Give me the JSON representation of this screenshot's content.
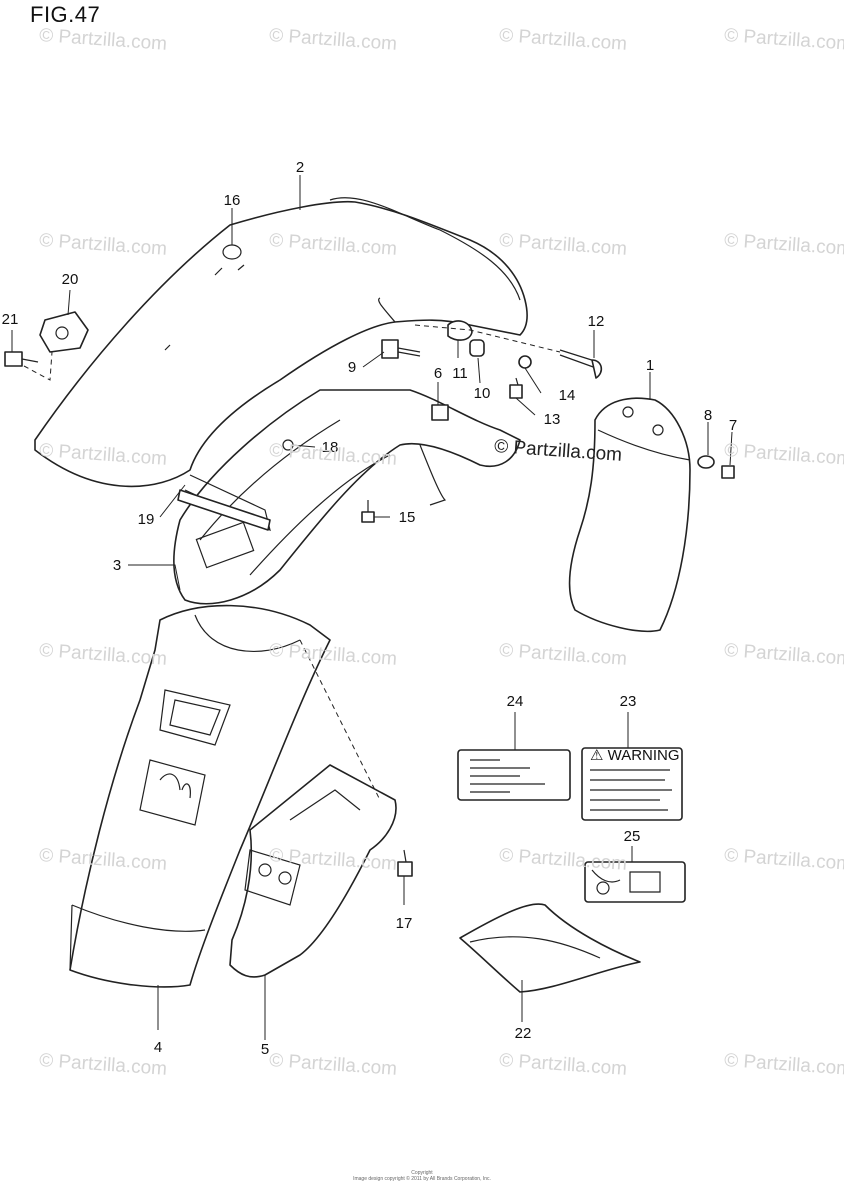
{
  "figure": {
    "title": "FIG.47"
  },
  "watermark": {
    "text": "© Partzilla.com"
  },
  "callouts": {
    "c1": "1",
    "c2": "2",
    "c3": "3",
    "c4": "4",
    "c5": "5",
    "c6": "6",
    "c7": "7",
    "c8": "8",
    "c9": "9",
    "c10": "10",
    "c11": "11",
    "c12": "12",
    "c13": "13",
    "c14": "14",
    "c15": "15",
    "c16": "16",
    "c17": "17",
    "c18": "18",
    "c19": "19",
    "c20": "20",
    "c21": "21",
    "c22": "22",
    "c23": "23",
    "c24": "24",
    "c25": "25"
  },
  "labels": {
    "warning_heading": "⚠ WARNING"
  },
  "footer": {
    "line1": "Copyright",
    "line2": "Image design copyright © 2011 by All Brands Corporation, Inc."
  }
}
